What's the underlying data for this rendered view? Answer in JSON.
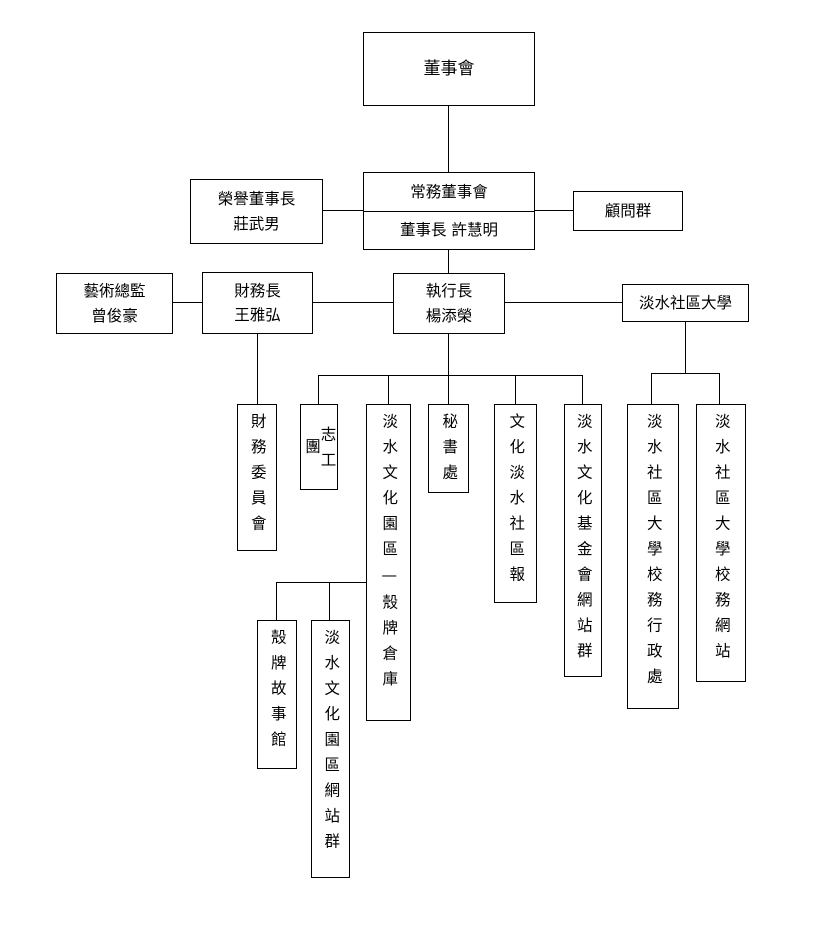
{
  "board": "董事會",
  "standing": {
    "title": "常務董事會",
    "chair": "董事長 許慧明"
  },
  "honorary": {
    "title": "榮譽董事長",
    "name": "莊武男"
  },
  "advisors": "顧問群",
  "ceo": {
    "title": "執行長",
    "name": "楊添榮"
  },
  "cfo": {
    "title": "財務長",
    "name": "王雅弘"
  },
  "art_director": {
    "title": "藝術總監",
    "name": "曾俊豪"
  },
  "community_college": "淡水社區大學",
  "finance_committee": "財務委員會",
  "volunteer_corps": "志工團",
  "culture_park": "淡水文化園區—殼牌倉庫",
  "secretariat": "秘書處",
  "newspaper": "文化淡水社區報",
  "foundation_web": "淡水文化基金會網站群",
  "college_admin": "淡水社區大學校務行政處",
  "college_web": "淡水社區大學校務網站",
  "shell_museum": "殼牌故事館",
  "park_web": "淡水文化園區網站群"
}
